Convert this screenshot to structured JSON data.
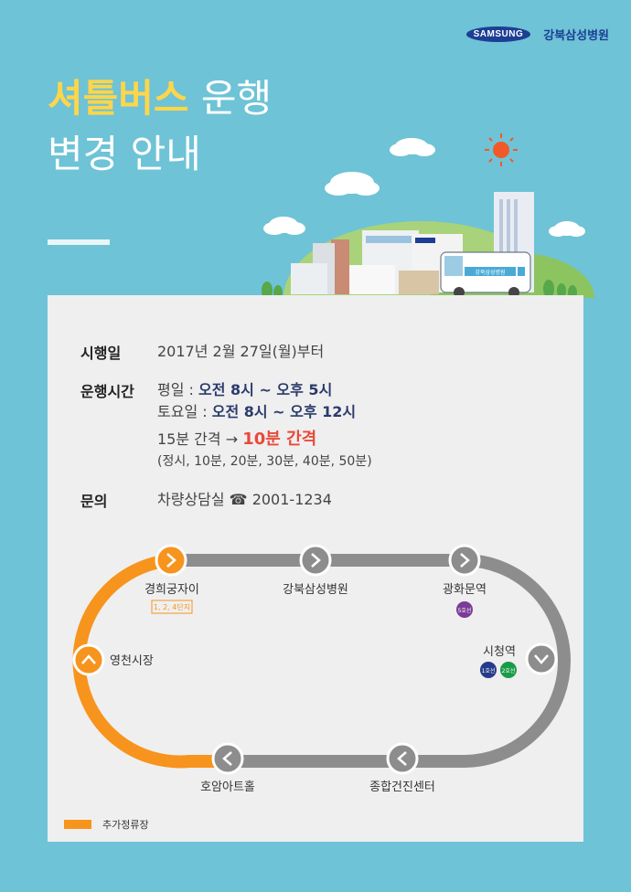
{
  "header": {
    "samsung": "SAMSUNG",
    "hospital": "강북삼성병원"
  },
  "title": {
    "highlight": "셔틀버스",
    "rest": " 운행",
    "line2": "변경 안내"
  },
  "scene": {
    "bus_label": "강북삼성병원"
  },
  "info": {
    "date_label": "시행일",
    "date_value": "2017년 2월 27일(월)부터",
    "hours_label": "운행시간",
    "weekday_prefix": "평일 : ",
    "weekday_hours": "오전 8시 ~ 오후 5시",
    "saturday_prefix": "토요일 : ",
    "saturday_hours": "오전 8시 ~ 오후 12시",
    "interval_prefix": "15분 간격 → ",
    "interval_new": "10분 간격",
    "interval_detail": "(정시, 10분, 20분, 30분, 40분, 50분)",
    "contact_label": "문의",
    "contact_value": "차량상담실 ☎ 2001-1234"
  },
  "route": {
    "stops": {
      "gyeonghui": "경희궁자이",
      "gyeonghui_sub": "1, 2, 4단지",
      "hospital": "강북삼성병원",
      "gwanghwamun": "광화문역",
      "gwanghwamun_line": "5호선",
      "cityhall": "시청역",
      "cityhall_line1": "1호선",
      "cityhall_line2": "2호선",
      "health_center": "종합건진센터",
      "hoam": "호암아트홀",
      "yeongcheon": "영천시장"
    },
    "colors": {
      "added": "#f7941d",
      "existing": "#8d8d8d",
      "line1": "#263c8a",
      "line2": "#1a9b48",
      "line5": "#7a3c97"
    }
  },
  "legend": {
    "label": "추가정류장"
  }
}
